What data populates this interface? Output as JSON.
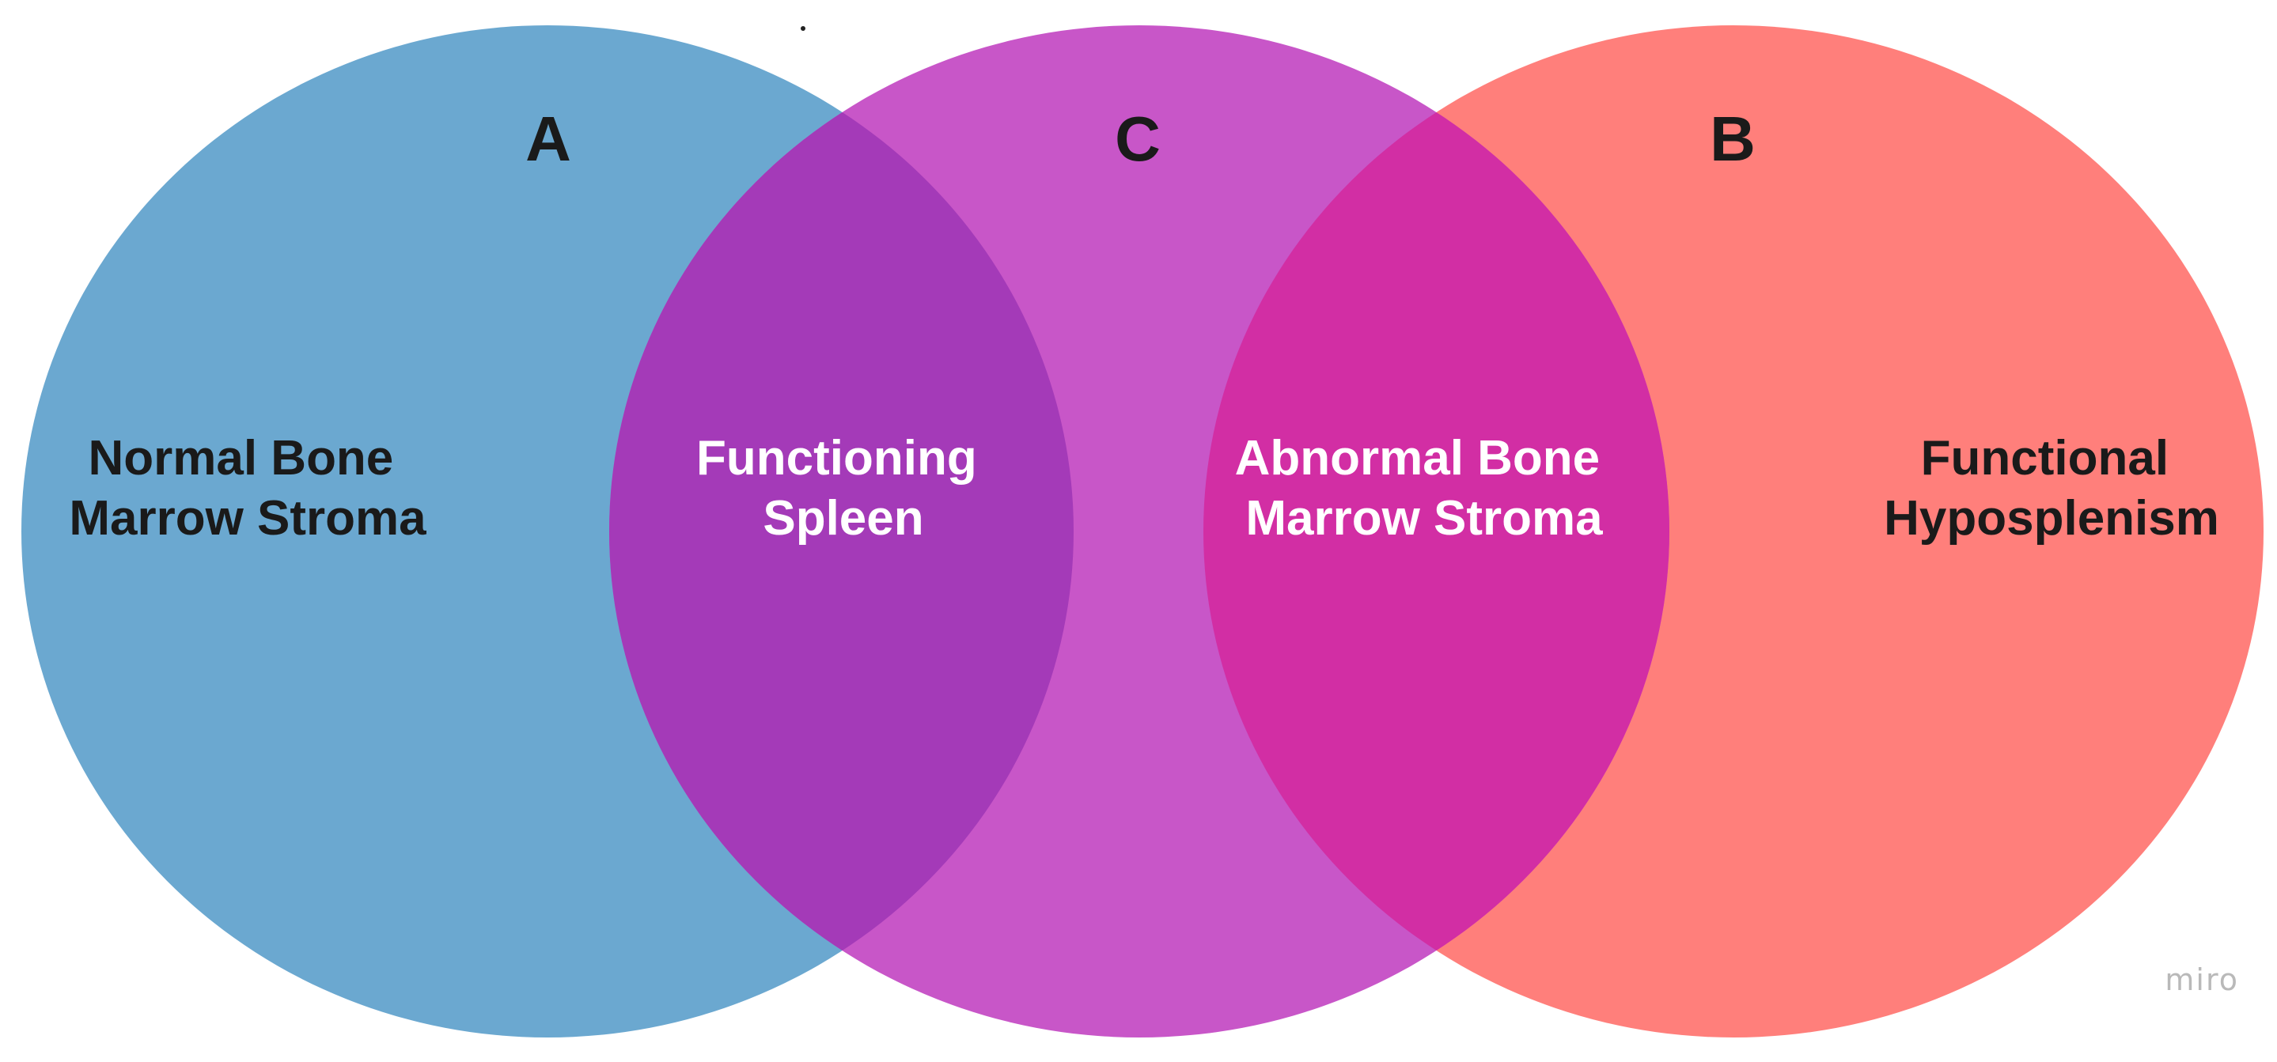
{
  "sets": {
    "a": {
      "letter": "A",
      "color": "#6ba8d0"
    },
    "c": {
      "letter": "C",
      "color": "#c856c8"
    },
    "b": {
      "letter": "B",
      "color": "#ff7f7b"
    }
  },
  "overlaps": {
    "a_c": {
      "color": "#a43ab8"
    },
    "c_b": {
      "color": "#d22ea4"
    }
  },
  "labels": {
    "a_only": [
      "Normal Bone",
      "Marrow Stroma"
    ],
    "a_c": [
      "Functioning",
      "Spleen"
    ],
    "c_b": [
      "Abnormal Bone",
      "Marrow Stroma"
    ],
    "b_only": [
      "Functional",
      "Hyposplenism"
    ]
  },
  "watermark": "miro"
}
